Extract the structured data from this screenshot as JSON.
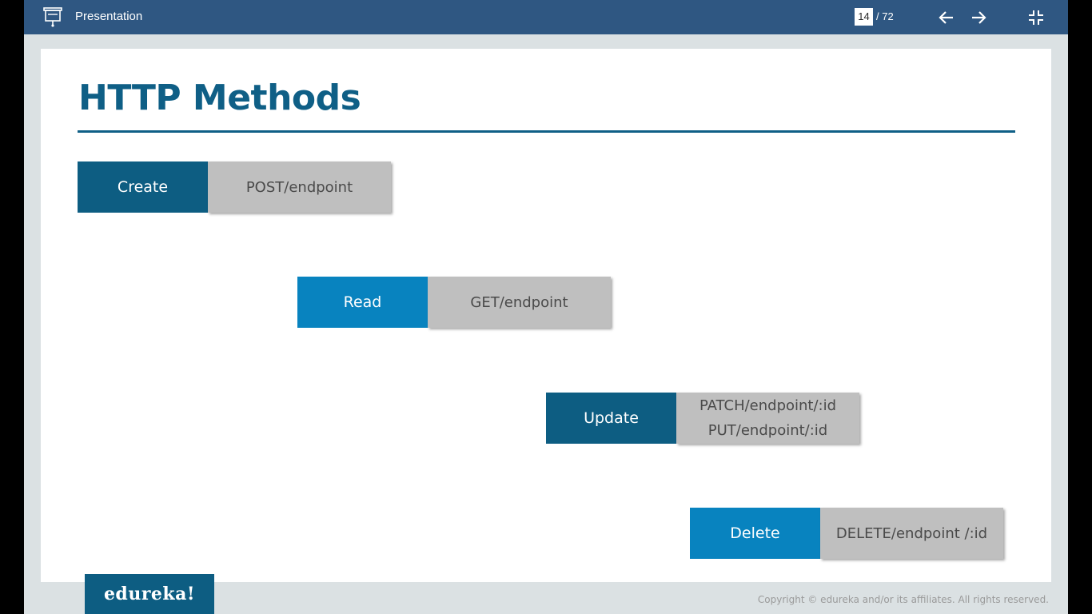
{
  "toolbar": {
    "title": "Presentation",
    "current_page": "14",
    "total_pages": "/ 72",
    "icons": {
      "presentation": "presentation-icon",
      "prev": "arrow-left-icon",
      "next": "arrow-right-icon",
      "collapse": "collapse-icon"
    },
    "bg_color": "#2f5782"
  },
  "slide": {
    "title": "HTTP Methods",
    "methods": [
      {
        "label": "Create",
        "paths": [
          "POST/endpoint"
        ]
      },
      {
        "label": "Read",
        "paths": [
          "GET/endpoint"
        ]
      },
      {
        "label": "Update",
        "paths": [
          "PATCH/endpoint/:id",
          "PUT/endpoint/:id"
        ]
      },
      {
        "label": "Delete",
        "paths": [
          "DELETE/endpoint /:id"
        ]
      }
    ],
    "colors": {
      "title": "#0f5f86",
      "dark_label": "#0d5d82",
      "light_label": "#0883bf",
      "path_bg": "#bfbfbf"
    }
  },
  "footer": {
    "brand": "edureka!",
    "copyright": "Copyright © edureka and/or its affiliates. All rights reserved."
  }
}
